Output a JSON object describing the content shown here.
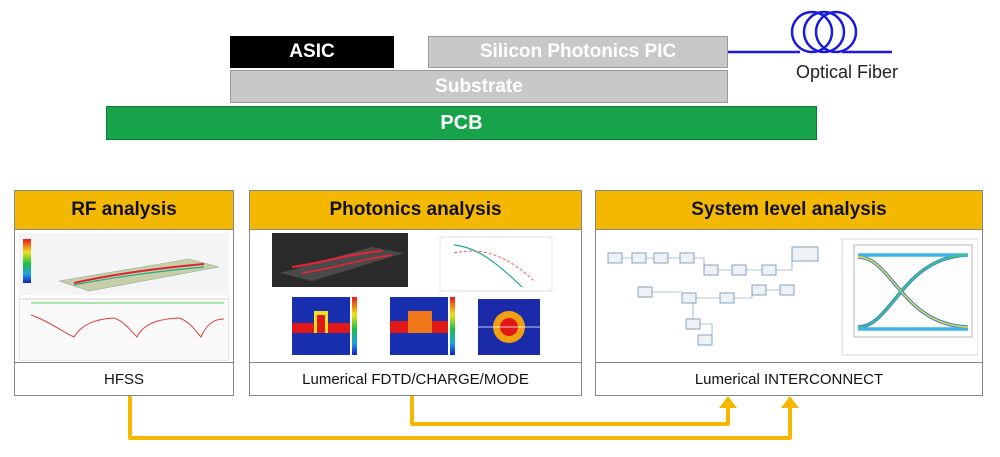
{
  "stack": {
    "asic": "ASIC",
    "pic": "Silicon Photonics PIC",
    "substrate": "Substrate",
    "pcb": "PCB",
    "fiber": "Optical Fiber"
  },
  "panels": [
    {
      "title": "RF analysis",
      "tool": "HFSS"
    },
    {
      "title": "Photonics analysis",
      "tool": "Lumerical FDTD/CHARGE/MODE"
    },
    {
      "title": "System level analysis",
      "tool": "Lumerical INTERCONNECT"
    }
  ],
  "colors": {
    "pcb": "#17a34a",
    "header": "#f5b800",
    "arrow": "#f5b800",
    "gray_layer": "#c8c8c8",
    "fiber": "#1a1adb"
  }
}
